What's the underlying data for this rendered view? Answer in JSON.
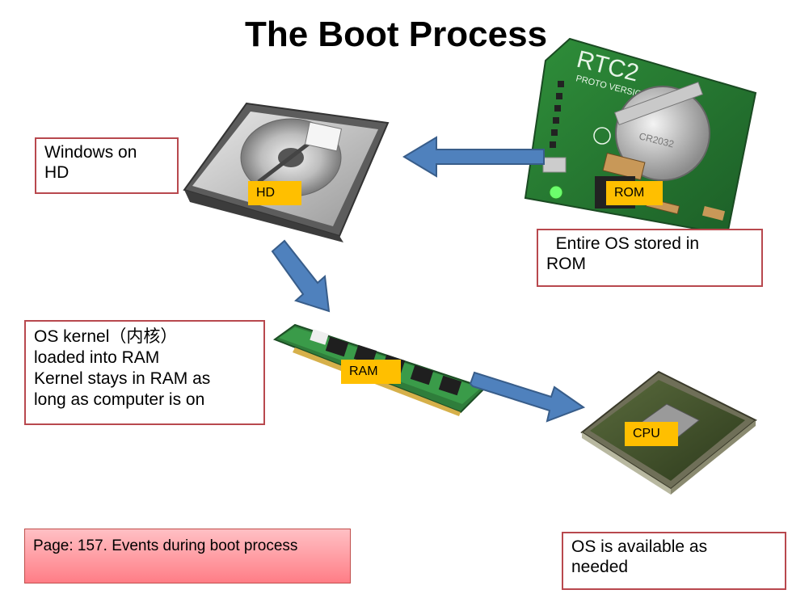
{
  "title": "The Boot Process",
  "labels": {
    "hd": "HD",
    "rom": "ROM",
    "ram": "RAM",
    "cpu": "CPU"
  },
  "rom_board": {
    "brand": "RTC2",
    "subtitle": "PROTO VERSION",
    "battery": "CR2032"
  },
  "notes": {
    "windows_hd": [
      "Windows on",
      "HD"
    ],
    "rom_os": [
      "  Entire OS stored in",
      "ROM"
    ],
    "kernel": [
      "OS kernel（内核）",
      "loaded into RAM",
      "Kernel stays in RAM as",
      "long as computer is on"
    ],
    "os_available": [
      "OS is available as",
      "needed"
    ]
  },
  "footer_note": "Page: 157. Events during boot process",
  "colors": {
    "arrow_fill": "#4f81bd",
    "arrow_stroke": "#385d8a",
    "label_bg": "#ffbf00",
    "note_border": "#b8484e",
    "pink_top": "#ffc0c4",
    "pink_bottom": "#ff7d86"
  }
}
